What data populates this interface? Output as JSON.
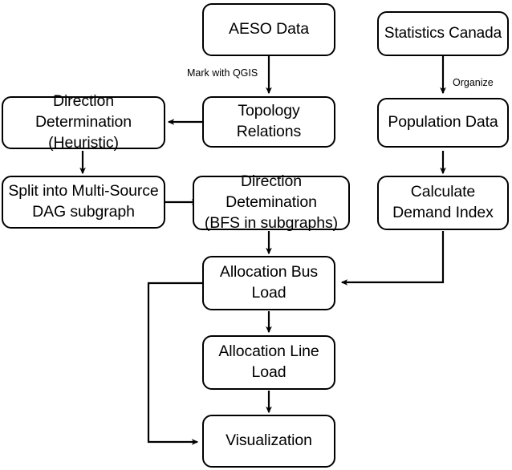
{
  "diagram": {
    "title": "Power grid data processing flowchart",
    "background": "#ffffff",
    "stroke": "#000000",
    "nodes": [
      {
        "id": "aeso-data",
        "label": "AESO Data",
        "line1": "AESO Data",
        "line2": ""
      },
      {
        "id": "statistics-canada",
        "label": "Statistics Canada",
        "line1": "Statistics Canada",
        "line2": ""
      },
      {
        "id": "topology-relations",
        "label": "Topology Relations",
        "line1": "Topology Relations",
        "line2": ""
      },
      {
        "id": "population-data",
        "label": "Population Data",
        "line1": "Population Data",
        "line2": ""
      },
      {
        "id": "direction-heuristic",
        "label": "Direction Determination (Heuristic)",
        "line1": "Direction Determination",
        "line2": "(Heuristic)"
      },
      {
        "id": "split-dag",
        "label": "Split into Multi-Source DAG subgraph",
        "line1": "Split into Multi-Source",
        "line2": "DAG subgraph"
      },
      {
        "id": "direction-bfs",
        "label": "Direction Detemination (BFS in subgraphs)",
        "line1": "Direction Detemination",
        "line2": "(BFS in subgraphs)"
      },
      {
        "id": "calculate-demand",
        "label": "Calculate Demand Index",
        "line1": "Calculate",
        "line2": "Demand Index"
      },
      {
        "id": "allocation-bus-load",
        "label": "Allocation Bus Load",
        "line1": "Allocation Bus",
        "line2": "Load"
      },
      {
        "id": "allocation-line-load",
        "label": "Allocation Line Load",
        "line1": "Allocation Line",
        "line2": "Load"
      },
      {
        "id": "visualization",
        "label": "Visualization",
        "line1": "Visualization",
        "line2": ""
      }
    ],
    "edge_labels": [
      {
        "id": "mark-with-qgis",
        "text": "Mark with QGIS"
      },
      {
        "id": "organize",
        "text": "Organize"
      }
    ],
    "edges": [
      {
        "from": "aeso-data",
        "to": "topology-relations",
        "label": "Mark with QGIS"
      },
      {
        "from": "statistics-canada",
        "to": "population-data",
        "label": "Organize"
      },
      {
        "from": "topology-relations",
        "to": "direction-heuristic",
        "label": ""
      },
      {
        "from": "population-data",
        "to": "calculate-demand",
        "label": ""
      },
      {
        "from": "direction-heuristic",
        "to": "split-dag",
        "label": ""
      },
      {
        "from": "split-dag",
        "to": "direction-bfs",
        "label": ""
      },
      {
        "from": "direction-bfs",
        "to": "allocation-bus-load",
        "label": ""
      },
      {
        "from": "calculate-demand",
        "to": "allocation-bus-load",
        "label": ""
      },
      {
        "from": "allocation-bus-load",
        "to": "allocation-line-load",
        "label": ""
      },
      {
        "from": "allocation-line-load",
        "to": "visualization",
        "label": ""
      },
      {
        "from": "allocation-bus-load",
        "to": "visualization",
        "label": ""
      }
    ]
  }
}
